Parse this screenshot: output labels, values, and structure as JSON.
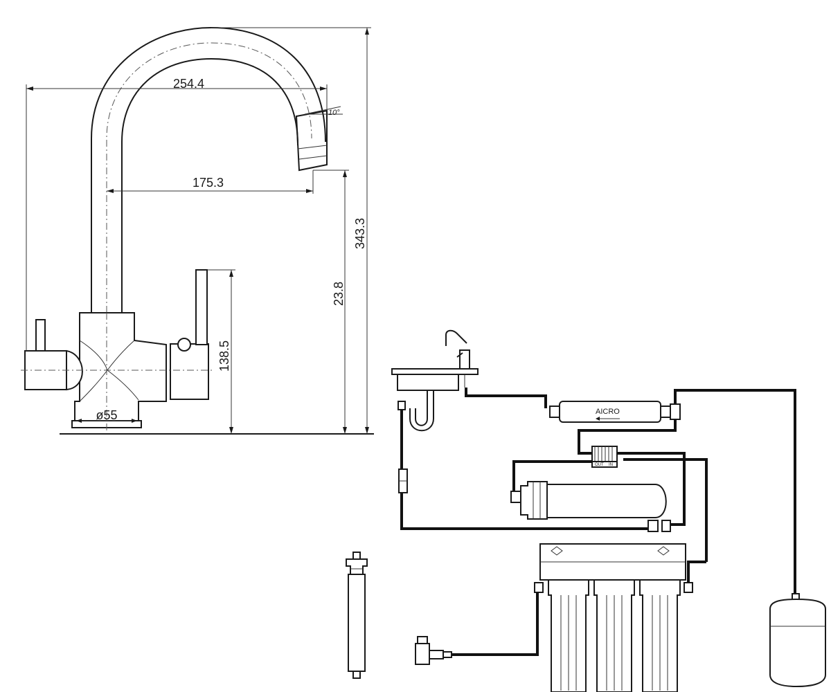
{
  "dimensions": {
    "spout_reach": "254.4",
    "spout_inner_reach": "175.3",
    "spout_angle": "10°",
    "total_height": "343.3",
    "spout_height": "23.8",
    "lever_height": "138.5",
    "base_diameter": "ø55"
  },
  "components": {
    "inline_filter_label": "AICRO",
    "flow_restrictor_label_left": "OUT",
    "flow_restrictor_label_right": "IN"
  },
  "colors": {
    "line": "#1a1a1a",
    "background": "#ffffff"
  }
}
